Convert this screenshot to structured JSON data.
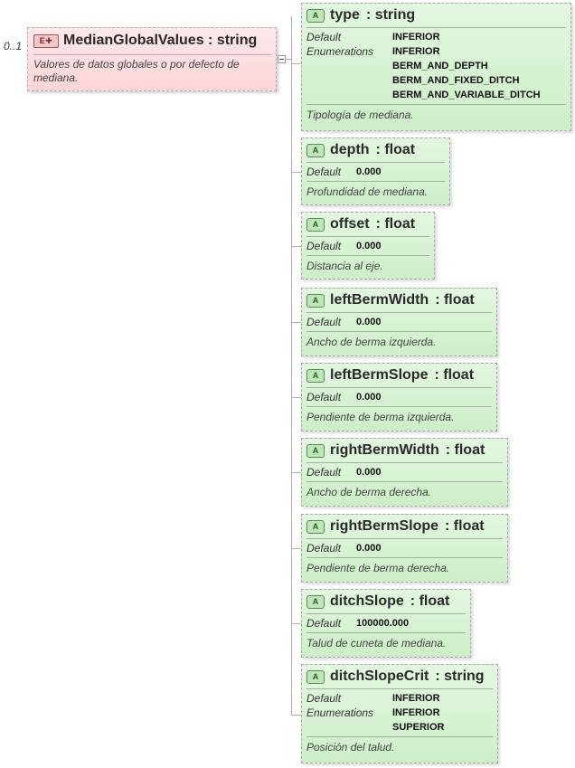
{
  "element": {
    "badge": "E",
    "multiplicity": "0..1",
    "name": "MedianGlobalValues",
    "type": "string",
    "documentation": "Valores de datos globales o por defecto de mediana."
  },
  "labels": {
    "default": "Default",
    "enumerations": "Enumerations",
    "attr_badge": "A"
  },
  "attributes": [
    {
      "name": "type",
      "type": "string",
      "default": "INFERIOR",
      "enumerations": [
        "INFERIOR",
        "BERM_AND_DEPTH",
        "BERM_AND_FIXED_DITCH",
        "BERM_AND_VARIABLE_DITCH"
      ],
      "documentation": "Tipología de mediana."
    },
    {
      "name": "depth",
      "type": "float",
      "default": "0.000",
      "documentation": "Profundidad de mediana."
    },
    {
      "name": "offset",
      "type": "float",
      "default": "0.000",
      "documentation": "Distancia al eje."
    },
    {
      "name": "leftBermWidth",
      "type": "float",
      "default": "0.000",
      "documentation": "Ancho de berma izquierda."
    },
    {
      "name": "leftBermSlope",
      "type": "float",
      "default": "0.000",
      "documentation": "Pendiente de berma izquierda."
    },
    {
      "name": "rightBermWidth",
      "type": "float",
      "default": "0.000",
      "documentation": "Ancho de berma derecha."
    },
    {
      "name": "rightBermSlope",
      "type": "float",
      "default": "0.000",
      "documentation": "Pendiente de berma derecha."
    },
    {
      "name": "ditchSlope",
      "type": "float",
      "default": "100000.000",
      "documentation": "Talud de cuneta de mediana."
    },
    {
      "name": "ditchSlopeCrit",
      "type": "string",
      "default": "INFERIOR",
      "enumerations": [
        "INFERIOR",
        "SUPERIOR"
      ],
      "documentation": "Posición del talud."
    }
  ],
  "colors": {
    "element_fill": "#fbd5d7",
    "attribute_fill": "#cdeec8",
    "border": "#a9a9a9"
  }
}
